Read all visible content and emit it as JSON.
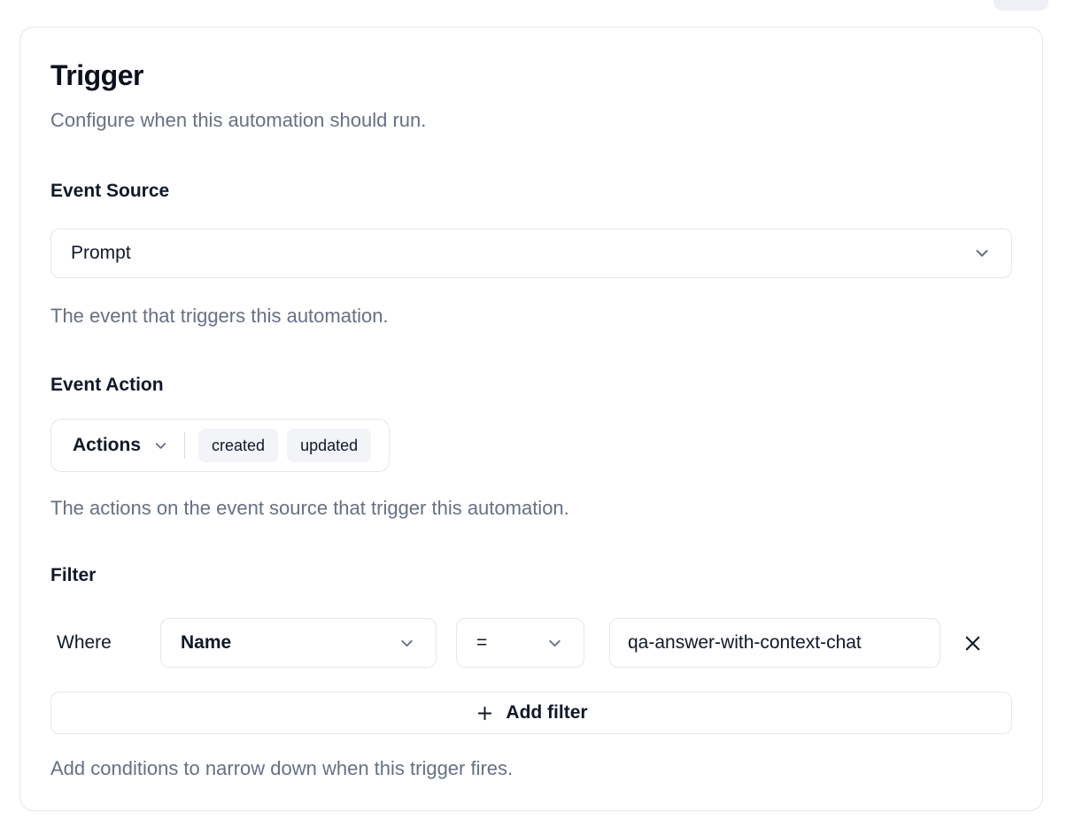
{
  "page": {
    "title": "Trigger",
    "subtitle": "Configure when this automation should run."
  },
  "event_source": {
    "label": "Event Source",
    "selected_value": "Prompt",
    "helper": "The event that triggers this automation."
  },
  "event_action": {
    "label": "Event Action",
    "dropdown_label": "Actions",
    "selected_actions": [
      "created",
      "updated"
    ],
    "helper": "The actions on the event source that trigger this automation."
  },
  "filter": {
    "label": "Filter",
    "rows": [
      {
        "prefix": "Where",
        "field": "Name",
        "operator": "=",
        "value": "qa-answer-with-context-chat"
      }
    ],
    "add_button_label": "Add filter",
    "helper": "Add conditions to narrow down when this trigger fires."
  },
  "icons": {
    "chevron_down": "chevron-down",
    "plus": "plus",
    "close": "close-x"
  },
  "colors": {
    "text_primary": "#101828",
    "text_muted": "#667085",
    "border": "#e3e6ec",
    "chip_background": "#f2f4f8",
    "background": "#ffffff"
  }
}
